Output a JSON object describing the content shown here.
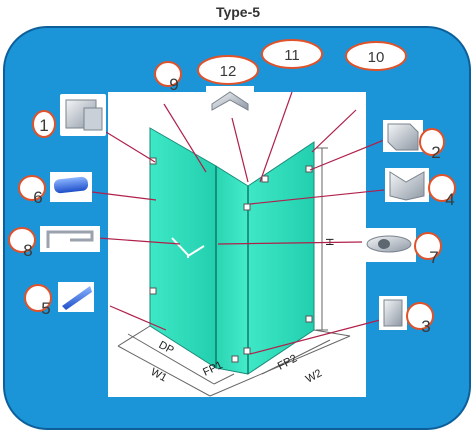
{
  "title": "Type-5",
  "callouts": {
    "c1": "1",
    "c2": "2",
    "c3": "3",
    "c4": "4",
    "c5": "5",
    "c6": "6",
    "c7": "7",
    "c8": "8",
    "c9": "9",
    "c10": "10",
    "c11": "11",
    "c12": "12"
  },
  "dimensions": {
    "dp": "DP",
    "w1": "W1",
    "fp1": "FP1",
    "fp2": "FP2",
    "w2": "W2",
    "h": "H"
  },
  "colors": {
    "frame": "#1b95d8",
    "glass": "#2fe0bd",
    "leader": "#b0204a",
    "badge_border": "#e0522a"
  }
}
